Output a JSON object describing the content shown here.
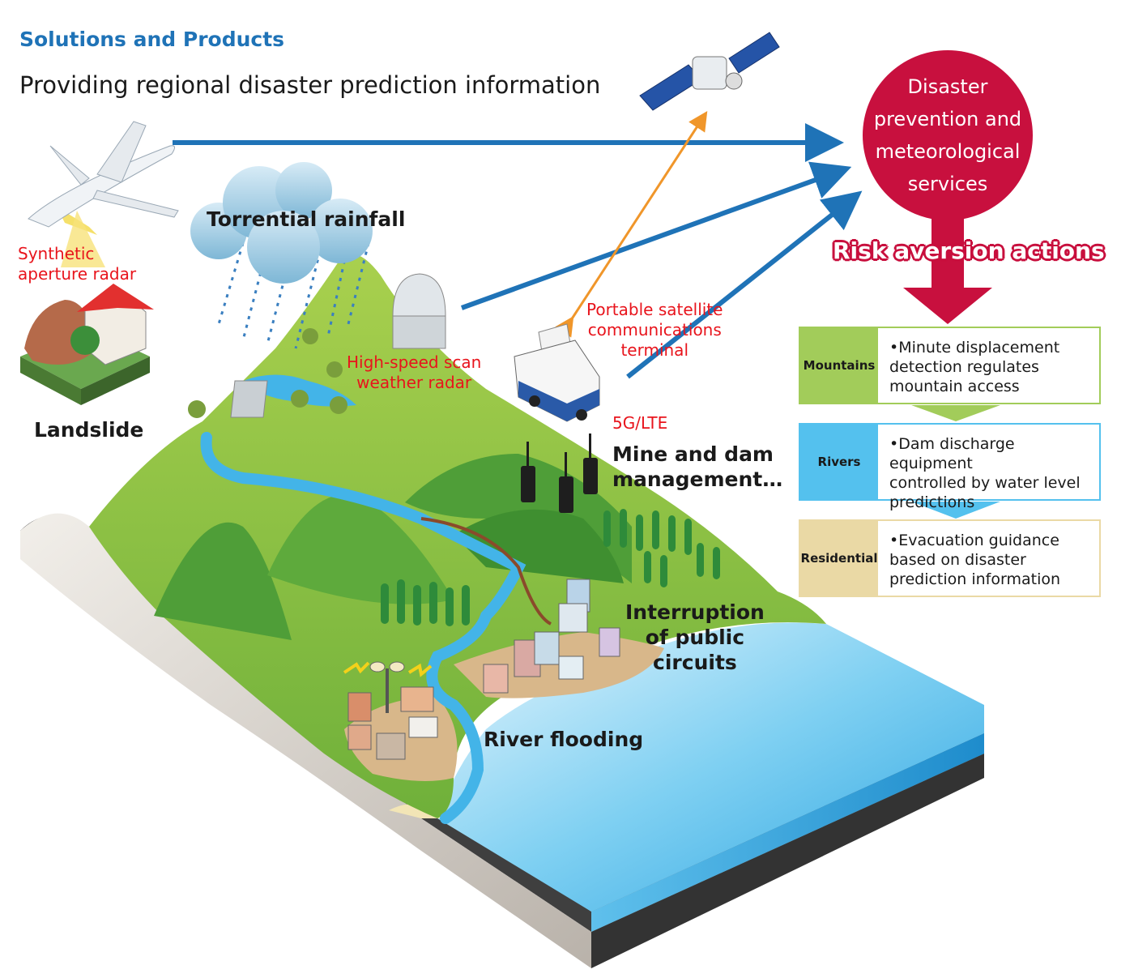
{
  "header": {
    "section": "Solutions and Products",
    "headline": "Providing regional disaster prediction information"
  },
  "labels": {
    "sar": "Synthetic\naperture radar",
    "landslide": "Landslide",
    "rainfall": "Torrential rainfall",
    "weather_radar": "High-speed scan\nweather radar",
    "sat_terminal": "Portable satellite\ncommunications\nterminal",
    "lte": "5G/LTE",
    "mine_dam": "Mine and dam\nmanagement…",
    "interruption": "Interruption\nof public\ncircuits",
    "flooding": "River flooding"
  },
  "hub": {
    "text": "Disaster prevention and meteorological services",
    "color": "#c8103e"
  },
  "risk_title": "Risk aversion actions",
  "actions": [
    {
      "category": "Mountains",
      "text": "•Minute displacement\ndetection regulates\nmountain access",
      "color": "#a2cc5a"
    },
    {
      "category": "Rivers",
      "text": "•Dam discharge equipment\ncontrolled by water level\npredictions",
      "color": "#54c1ee"
    },
    {
      "category": "Residential",
      "text": "•Evacuation guidance\nbased on disaster\nprediction information",
      "color": "#ead9a5"
    }
  ],
  "icons": [
    "airplane-icon",
    "satellite-icon",
    "house-landslide-icon",
    "cloud-icon",
    "radar-dome-icon",
    "van-icon",
    "radio-icon",
    "dam-icon",
    "tree-icon",
    "building-icon",
    "speaker-tower-icon"
  ]
}
